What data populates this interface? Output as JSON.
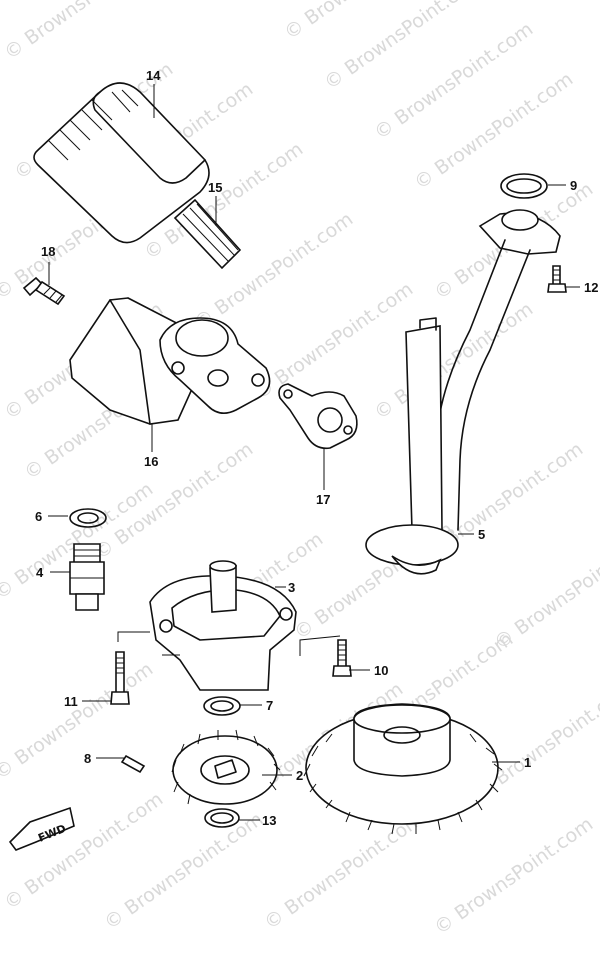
{
  "watermark": {
    "text": "© BrownsPoint.com"
  },
  "callouts": {
    "p1": "1",
    "p2": "2",
    "p3": "3",
    "p4": "4",
    "p5": "5",
    "p6": "6",
    "p7": "7",
    "p8": "8",
    "p9": "9",
    "p10": "10",
    "p11": "11",
    "p12": "12",
    "p13": "13",
    "p14": "14",
    "p15": "15",
    "p16": "16",
    "p17": "17",
    "p18": "18"
  },
  "direction_indicator": {
    "label": "FWD"
  }
}
